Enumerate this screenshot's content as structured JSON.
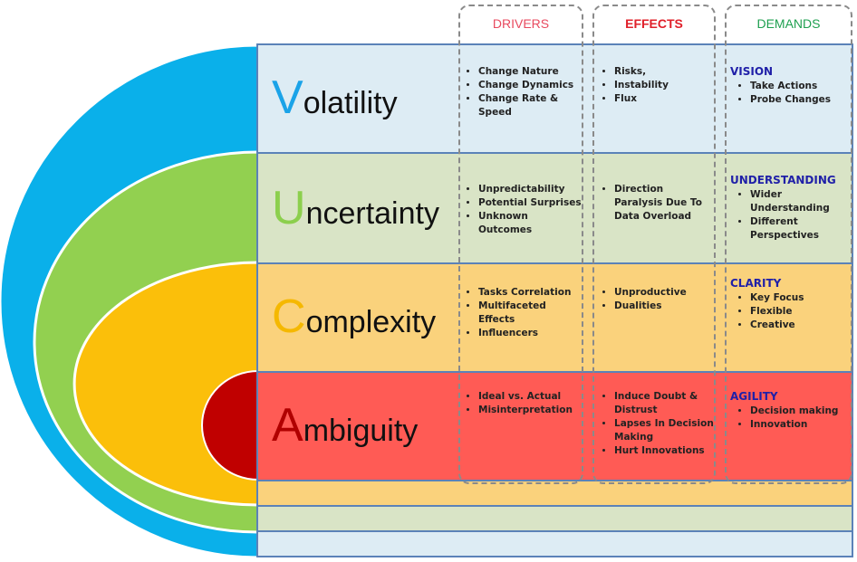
{
  "headers": {
    "drivers": "DRIVERS",
    "effects": "EFFECTS",
    "demands": "DEMANDS"
  },
  "colors": {
    "drivers": "#e84a5f",
    "effects": "#e0202a",
    "demands": "#1fa050",
    "volatility": "#1aa3e8",
    "uncertainty": "#8ccf4d",
    "complexity": "#f5b800",
    "ambiguity": "#b00000"
  },
  "rows": [
    {
      "letter": "V",
      "rest": "olatility",
      "drivers": [
        "Change Nature",
        "Change Dynamics",
        "Change Rate & Speed"
      ],
      "effects": [
        "Risks,",
        "Instability",
        "Flux"
      ],
      "demand_title": "VISION",
      "demands": [
        "Take Actions",
        "Probe Changes"
      ]
    },
    {
      "letter": "U",
      "rest": "ncertainty",
      "drivers": [
        "Unpredictability",
        "Potential Surprises",
        "Unknown Outcomes"
      ],
      "effects": [
        "Direction Paralysis Due To Data Overload"
      ],
      "demand_title": "UNDERSTANDING",
      "demands": [
        "Wider Understanding",
        "Different Perspectives"
      ]
    },
    {
      "letter": "C",
      "rest": "omplexity",
      "drivers": [
        "Tasks Correlation",
        "Multifaceted Effects",
        "Influencers"
      ],
      "effects": [
        "Unproductive",
        "Dualities"
      ],
      "demand_title": "CLARITY",
      "demands": [
        "Key Focus",
        "Flexible",
        "Creative"
      ]
    },
    {
      "letter": "A",
      "rest": "mbiguity",
      "drivers": [
        "Ideal vs. Actual",
        "Misinterpretation"
      ],
      "effects": [
        "Induce Doubt & Distrust",
        "Lapses In Decision Making",
        "Hurt Innovations"
      ],
      "demand_title": "AGILITY",
      "demands": [
        "Decision making",
        "Innovation"
      ]
    }
  ]
}
